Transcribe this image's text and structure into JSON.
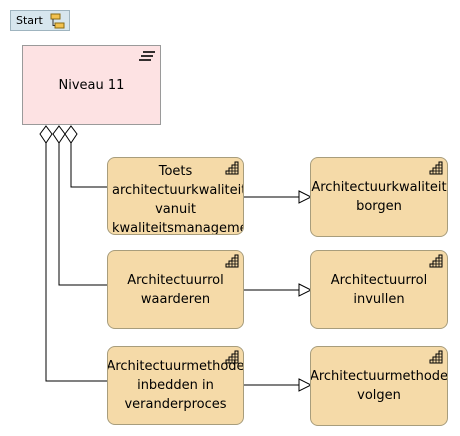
{
  "toolbar": {
    "start_label": "Start"
  },
  "level": {
    "label": "Niveau 11"
  },
  "nodes": [
    {
      "label": "Toets\narchitectuurkwaliteit\nvanuit\nkwaliteitsmanagemen"
    },
    {
      "label": "Architectuurkwaliteit\nborgen"
    },
    {
      "label": "Architectuurrol\nwaarderen"
    },
    {
      "label": "Architectuurrol\ninvullen"
    },
    {
      "label": "Architectuurmethode\ninbedden in\nveranderproces"
    },
    {
      "label": "Architectuurmethode\nvolgen"
    }
  ],
  "colors": {
    "level_fill": "#fde2e3",
    "node_fill": "#f5daa8",
    "start_fill": "#d7e6ee",
    "line": "#000000"
  },
  "icons": {
    "level": "menu-lines-icon",
    "node": "stair-step-icon",
    "start": "hierarchy-icon"
  }
}
